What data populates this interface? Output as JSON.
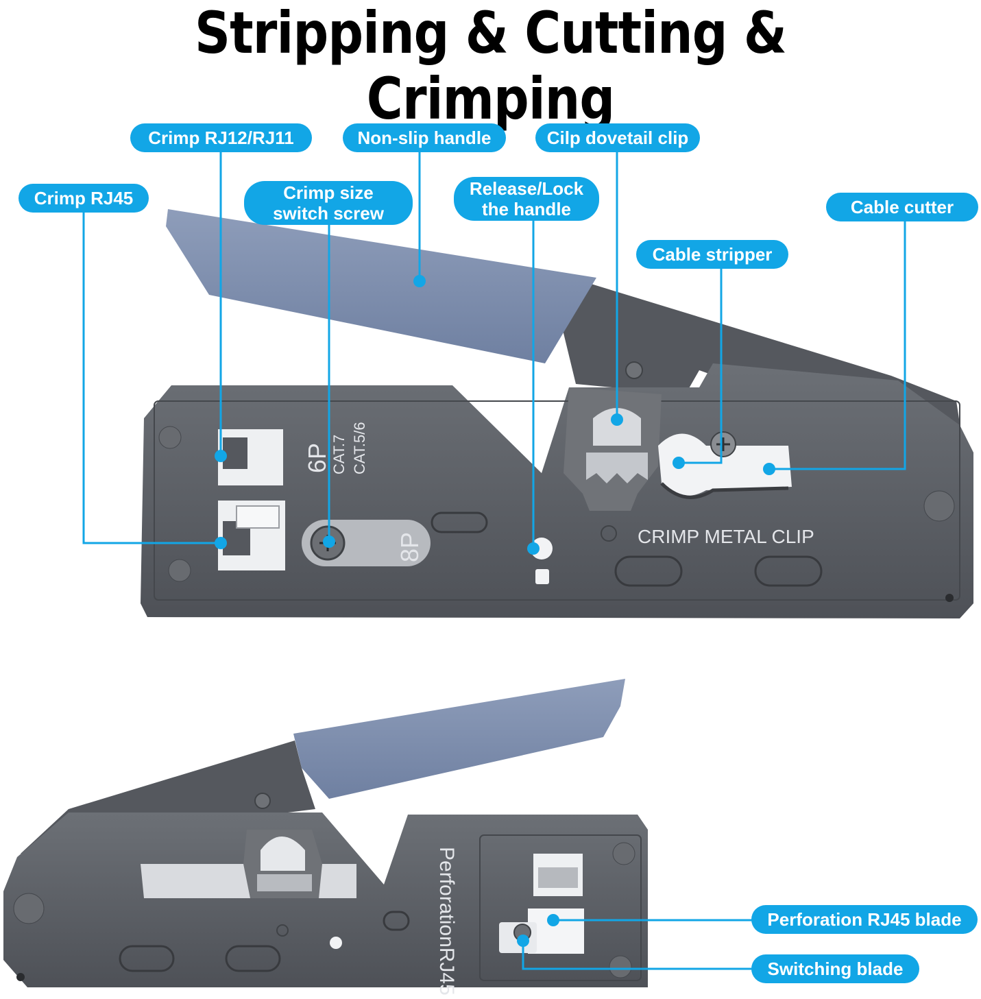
{
  "title": "Stripping & Cutting & Crimping",
  "colors": {
    "accent": "#12a6e6",
    "handle": "#7e8fad",
    "body": "#5d6066"
  },
  "callouts": {
    "crimp_rj12": "Crimp RJ12/RJ11",
    "non_slip_handle": "Non-slip handle",
    "clip_dovetail": "Cilp dovetail clip",
    "crimp_rj45": "Crimp RJ45",
    "crimp_size_switch": "Crimp size\nswitch screw",
    "release_lock": "Release/Lock\nthe handle",
    "cable_cutter": "Cable cutter",
    "cable_stripper": "Cable stripper",
    "perforation_blade": "Perforation RJ45 blade",
    "switching_blade": "Switching blade"
  },
  "tool_markings": {
    "six_p": "6P",
    "cat7": "CAT.7",
    "cat56": "CAT.5/6",
    "eight_p": "8P",
    "crimp_metal_clip": "CRIMP METAL CLIP",
    "perforation_rj45": "PerforationRJ45"
  }
}
